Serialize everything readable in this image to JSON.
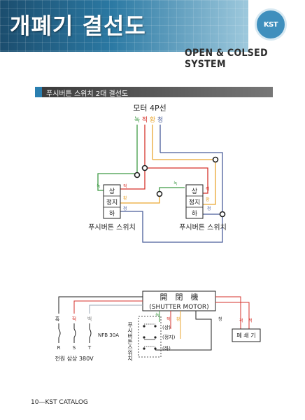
{
  "header": {
    "title": "개폐기 결선도",
    "logo_text": "KST",
    "system_title": "OPEN & COLSED SYSTEM"
  },
  "section": {
    "title": "푸시버튼 스위치 2대 결선도"
  },
  "diagram1": {
    "motor_label": "모터 4P선",
    "wire_labels": [
      "녹",
      "적",
      "황",
      "청"
    ],
    "switch_left": {
      "buttons": [
        "상",
        "정지",
        "하"
      ],
      "caption": "푸시버튼 스위치"
    },
    "switch_right": {
      "buttons": [
        "상",
        "정지",
        "하"
      ],
      "caption": "푸시버튼 스위치"
    },
    "small_labels": {
      "green": "녹",
      "red": "적",
      "yellow": "황",
      "blue": "청"
    }
  },
  "diagram2": {
    "motor_box_title": "開　閉　機",
    "motor_box_subtitle": "(SHUTTER MOTOR)",
    "left_wire_labels": [
      "흑",
      "적",
      "백"
    ],
    "breaker_label": "NFB 30A",
    "terminal_labels": [
      "R",
      "S",
      "T"
    ],
    "power_label": "전원 삼상 380V",
    "switch_vertical_label": "푸시버튼스위치",
    "switch_positions": [
      "(상)",
      "(정지)",
      "(하)"
    ],
    "mid_wire_labels": [
      "녹",
      "적",
      "황"
    ],
    "right_label": "청",
    "closer_wire_labels": [
      "적",
      "적"
    ],
    "closer_label": "폐 쇄 기"
  },
  "footer": {
    "text": "10—KST CATALOG"
  },
  "colors": {
    "green": "#3f9a45",
    "red": "#d5322b",
    "yellow": "#e9a631",
    "blue": "#4a5e9a",
    "black": "#222222"
  }
}
